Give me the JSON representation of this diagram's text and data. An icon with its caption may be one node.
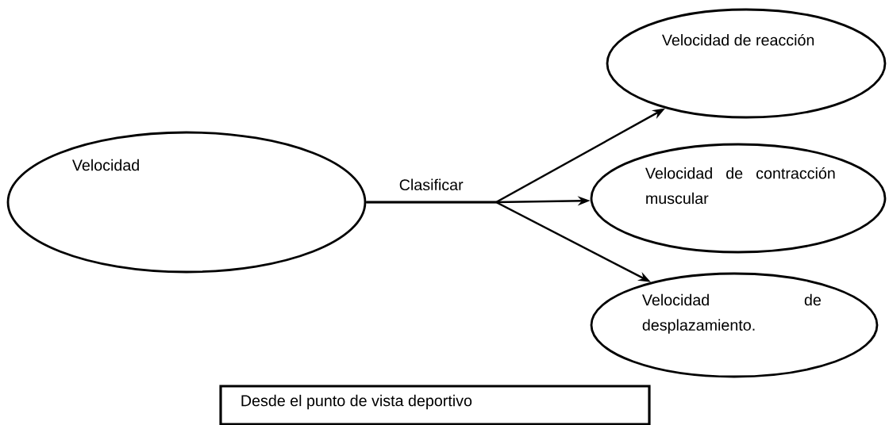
{
  "diagram": {
    "nodes": [
      {
        "text": [
          "Velocidad"
        ]
      },
      {
        "text": [
          "Velocidad de reacción"
        ]
      },
      {
        "text": [
          "Velocidad de contracción muscular"
        ]
      },
      {
        "text": [
          "Velocidad de desplazamiento."
        ]
      },
      {
        "text": [
          "Desde el punto de vista deportivo"
        ]
      }
    ],
    "edges": [
      {
        "from": 0,
        "to": 1,
        "arrow": "to"
      },
      {
        "from": 0,
        "to": 2,
        "arrow": "to",
        "label": "Clasificar"
      },
      {
        "from": 0,
        "to": 3,
        "arrow": "to"
      }
    ]
  }
}
